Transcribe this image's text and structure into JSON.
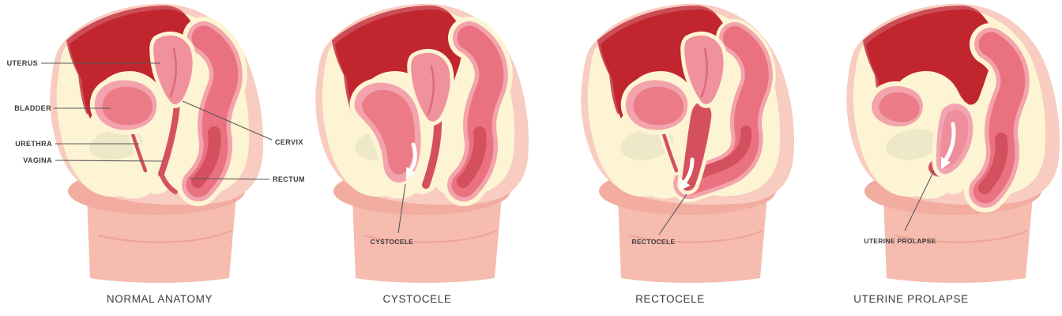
{
  "panels": [
    {
      "title": "NORMAL ANATOMY",
      "labels": {
        "uterus": "UTERUS",
        "bladder": "BLADDER",
        "urethra": "URETHRA",
        "vagina": "VAGINA",
        "cervix": "CERVIX",
        "rectum": "RECTUM"
      }
    },
    {
      "title": "CYSTOCELE",
      "labels": {
        "condition": "CYSTOCELE"
      }
    },
    {
      "title": "RECTOCELE",
      "labels": {
        "condition": "RECTOCELE"
      }
    },
    {
      "title": "UTERINE PROLAPSE",
      "labels": {
        "condition": "UTERINE PROLAPSE"
      }
    }
  ],
  "colors": {
    "cavity_red": "#C1262E",
    "cavity_red_light": "#CB4E57",
    "cream": "#FCF4D3",
    "skin": "#F8CCC0",
    "skin_lower": "#F5BCAF",
    "perineum": "#F2ACA0",
    "skin_arc": "#EDA497",
    "organ_rim_pink": "#F3A3AC",
    "organ_fill": "#EC7B88",
    "rectum_fill": "#EA7280",
    "uterus_fill": "#F0919E",
    "uterus_rim": "#F2A4B0",
    "uterus_fill_light": "#EE8E9C",
    "uterus_crease": "#DB6B79",
    "canal_red": "#D4505F",
    "bone_shadow": "#EFE8C8",
    "leader_line": "#58595B",
    "label_text": "#3B3B3B",
    "arrow": "#FFFFFF",
    "bg": "#FFFFFF"
  }
}
